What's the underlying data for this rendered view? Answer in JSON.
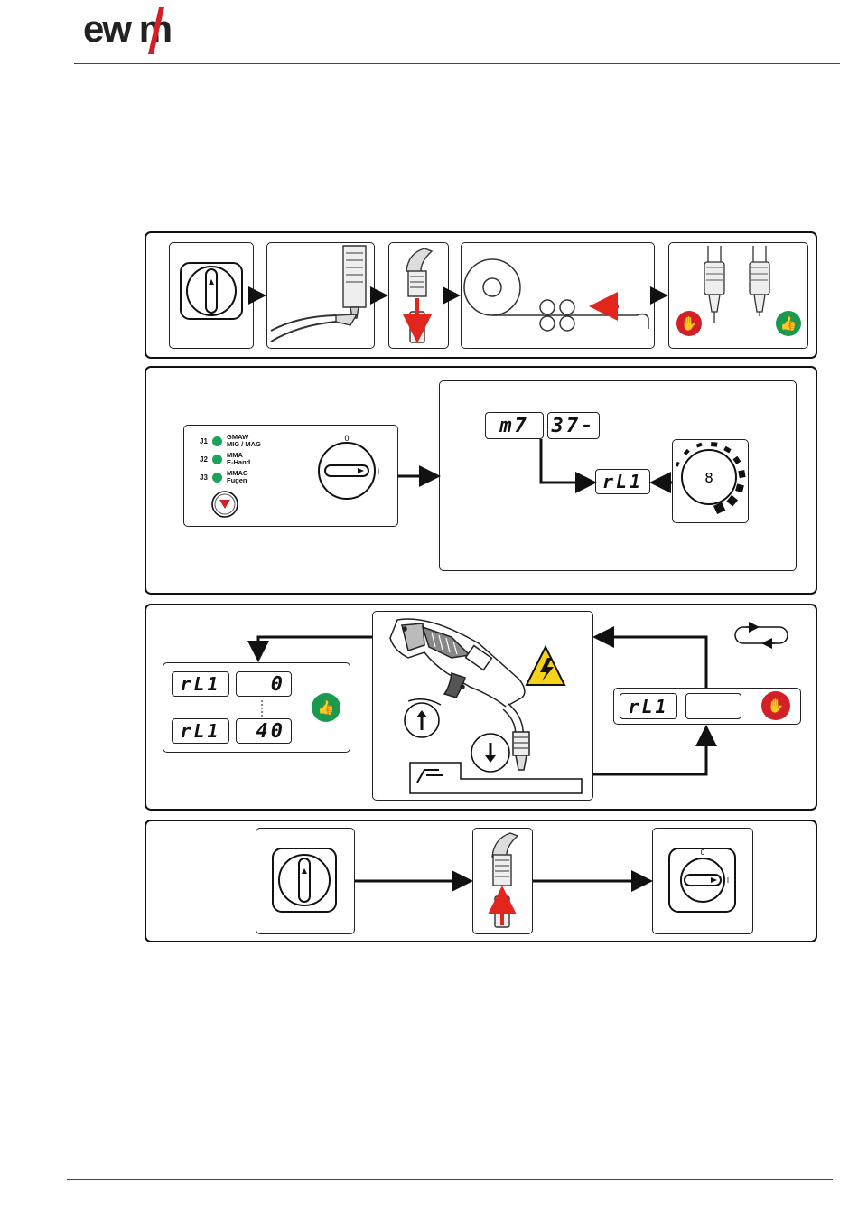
{
  "logo": {
    "text": "ewm"
  },
  "colors": {
    "led_green": "#1aa35a",
    "good": "#1a9a4e",
    "bad": "#d32027",
    "arrow_red": "#e3261d",
    "warning_yellow": "#f7d117"
  },
  "panel2": {
    "leds": [
      {
        "id": "J1",
        "label": "GMAW\nMIG / MAG"
      },
      {
        "id": "J2",
        "label": "MMA\nE-Hand"
      },
      {
        "id": "J3",
        "label": "MMAG\nFugen"
      }
    ],
    "switch_marks": {
      "off": "0",
      "on": "I"
    },
    "display_left": "m7",
    "display_right": "37-",
    "display_result": "rL1",
    "knob_center": "8"
  },
  "panel3": {
    "result_good": {
      "label1": "rL1",
      "value1": "0",
      "label2": "rL1",
      "value2": "40"
    },
    "result_bad": {
      "label": "rL1",
      "value": ""
    }
  },
  "panel4": {
    "switch_marks": {
      "off": "0",
      "on": "I"
    }
  },
  "icons": {
    "thumbs_up": "thumbs-up-icon",
    "thumbs_down": "thumbs-down-icon",
    "warning": "high-voltage-warning-icon",
    "loop": "loop-icon"
  }
}
